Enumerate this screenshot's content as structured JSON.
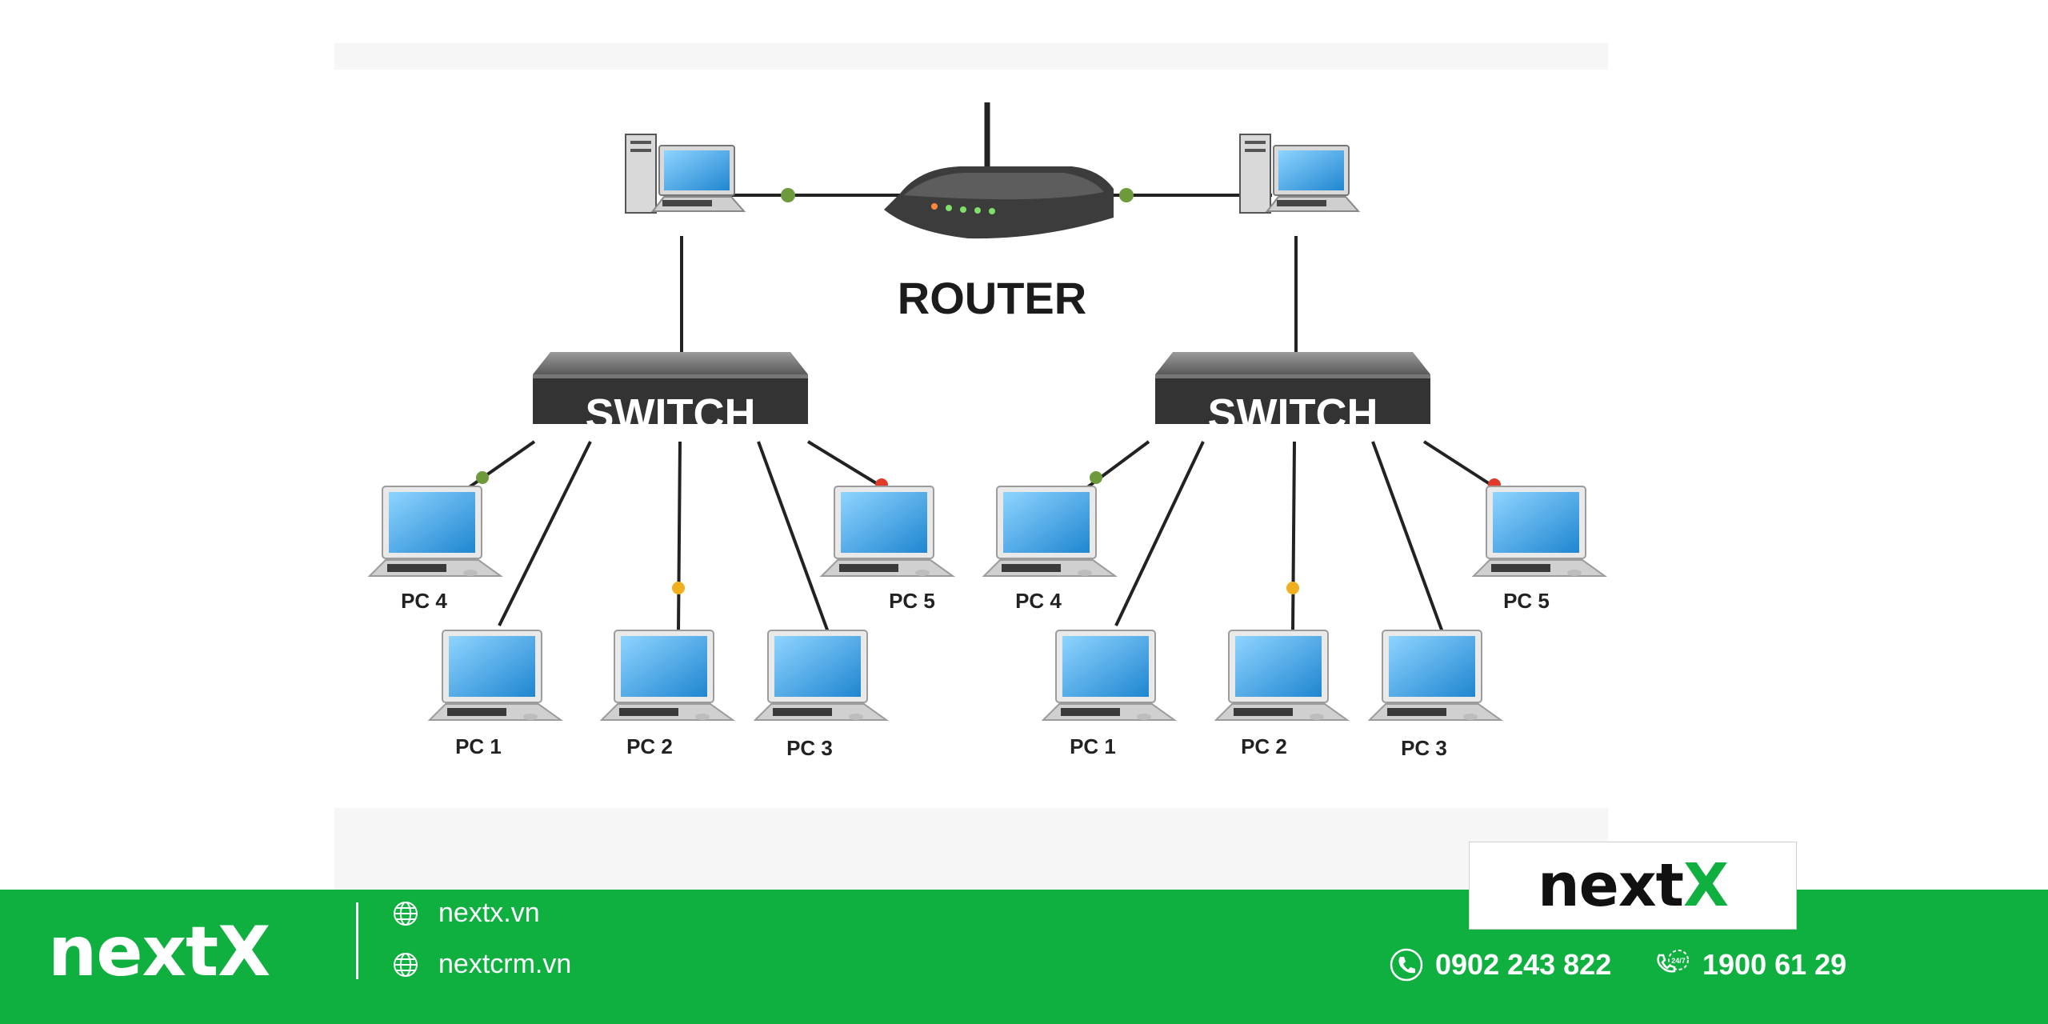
{
  "diagram": {
    "router_label": "ROUTER",
    "switch_label": "SWITCH",
    "pc_labels": {
      "pc1": "PC 1",
      "pc2": "PC 2",
      "pc3": "PC 3",
      "pc4": "PC 4",
      "pc5": "PC 5"
    }
  },
  "footer": {
    "brand": {
      "prefix": "next",
      "suffix": "X"
    },
    "websites": [
      "nextx.vn",
      "nextcrm.vn"
    ],
    "phones": [
      "0902 243 822",
      "1900 61 29"
    ],
    "hotline_badge": "24/7"
  },
  "colors": {
    "brand_green": "#0fb040",
    "screen_blue": "#2f9fe0",
    "switch_dark": "#333333"
  }
}
